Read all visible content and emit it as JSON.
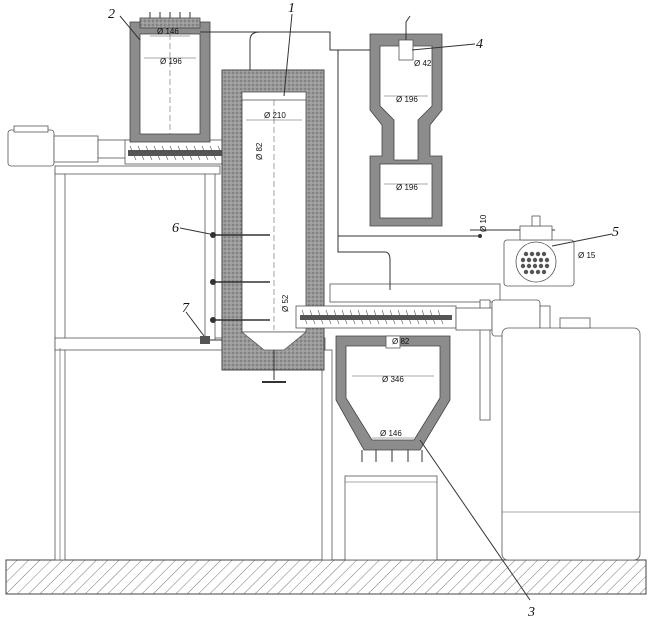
{
  "labels": {
    "l1": "1",
    "l2": "2",
    "l3": "3",
    "l4": "4",
    "l5": "5",
    "l6": "6",
    "l7": "7"
  },
  "dimensions": {
    "d146_top": "Ø 146",
    "d196_top": "Ø 196",
    "d210": "Ø 210",
    "d82_v": "Ø 82",
    "d42": "Ø 42",
    "d196_cyc": "Ø 196",
    "d196_cyc_low": "Ø 196",
    "d10": "Ø 10",
    "d15": "Ø 15",
    "d52": "Ø 52",
    "d82_b": "Ø 82",
    "d346": "Ø 346",
    "d146_b": "Ø 146"
  }
}
